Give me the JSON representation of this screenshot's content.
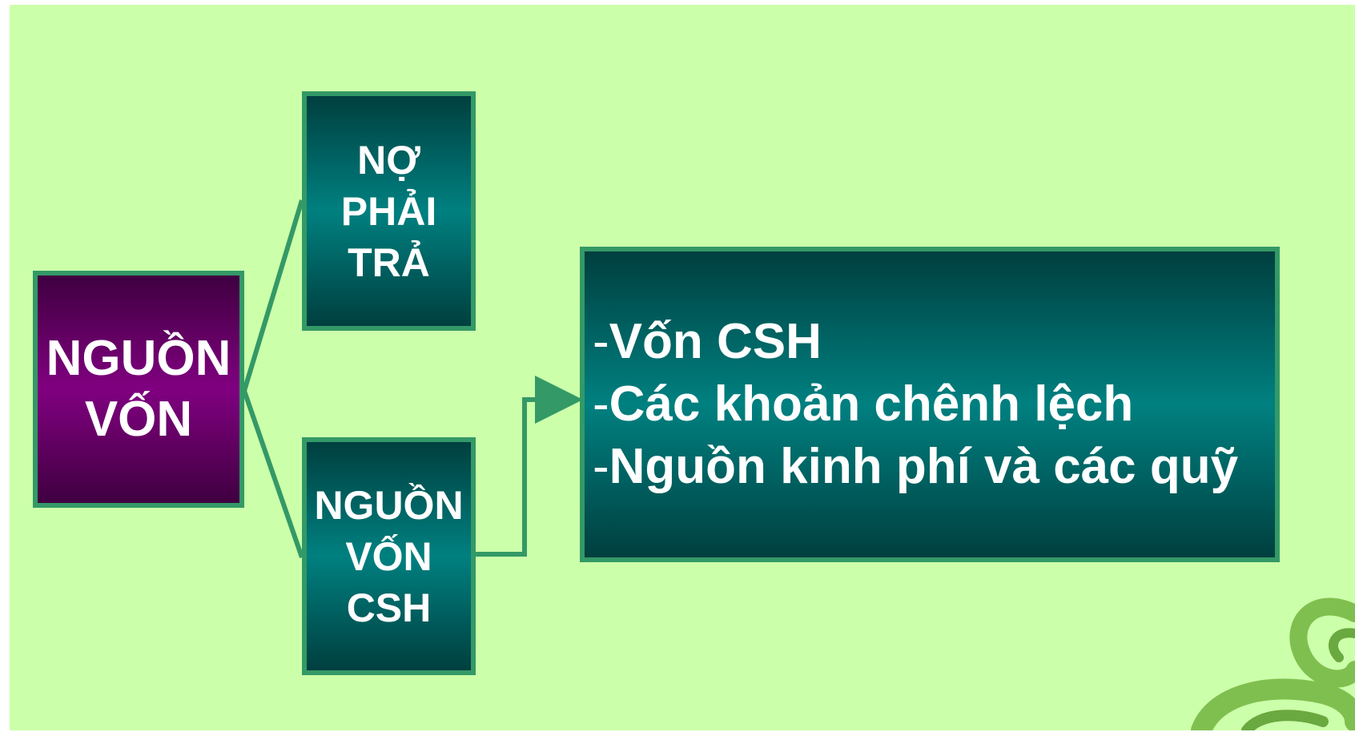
{
  "diagram": {
    "root": {
      "label": "NGUỒN\nVỐN"
    },
    "liabilities": {
      "label": "NỢ\nPHẢI\nTRẢ"
    },
    "equity": {
      "label": "NGUỒN\nVỐN\nCSH"
    },
    "equity_details": [
      "Vốn CSH",
      "Các khoản chênh lệch",
      "Nguồn kinh phí và các quỹ"
    ]
  },
  "colors": {
    "background": "#ccffaa",
    "border": "#339966",
    "root_fill": "#800080",
    "child_fill": "#008080",
    "text": "#ffffff",
    "swirl": "#7fbf4f"
  }
}
